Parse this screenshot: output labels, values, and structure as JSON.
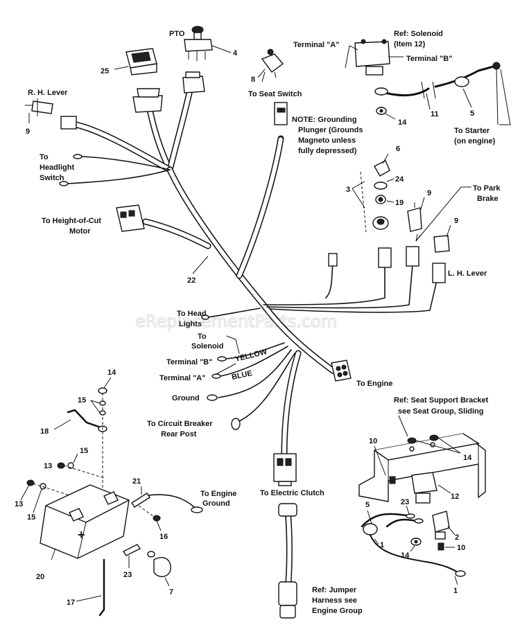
{
  "watermark": "eReplacementParts.com",
  "labels": {
    "pto": "PTO",
    "ref_solenoid_1": "Ref: Solenoid",
    "ref_solenoid_2": "(Item 12)",
    "terminal_a_top": "Terminal \"A\"",
    "terminal_b_top": "Terminal \"B\"",
    "rh_lever": "R. H. Lever",
    "to_seat_switch": "To Seat Switch",
    "note_1": "NOTE: Grounding",
    "note_2": "Plunger (Grounds",
    "note_3": "Magneto unless",
    "note_4": "fully depressed)",
    "to_starter_1": "To Starter",
    "to_starter_2": "(on engine)",
    "to_headlight_1": "To",
    "to_headlight_2": "Headlight",
    "to_headlight_3": "Switch",
    "to_park_1": "To Park",
    "to_park_2": "Brake",
    "to_hoc_1": "To Height-of-Cut",
    "to_hoc_2": "Motor",
    "lh_lever": "L. H. Lever",
    "to_head_lights_1": "To Head",
    "to_head_lights_2": "Lights",
    "to_solenoid_1": "To",
    "to_solenoid_2": "Solenoid",
    "yellow": "YELLOW",
    "blue": "BLUE",
    "terminal_b_mid": "Terminal \"B\"",
    "terminal_a_mid": "Terminal \"A\"",
    "to_engine": "To Engine",
    "ground": "Ground",
    "ref_seat_1": "Ref: Seat Support Bracket",
    "ref_seat_2": "see  Seat Group, Sliding",
    "to_cb_1": "To Circuit Breaker",
    "to_cb_2": "Rear Post",
    "to_engine_ground_1": "To Engine",
    "to_engine_ground_2": "Ground",
    "to_electric_clutch": "To Electric Clutch",
    "ref_jumper_1": "Ref: Jumper",
    "ref_jumper_2": "Harness see",
    "ref_jumper_3": "Engine Group",
    "battery_plus": "+"
  },
  "callouts": {
    "n4": "4",
    "n25": "25",
    "n8": "8",
    "n9a": "9",
    "n11": "11",
    "n5a": "5",
    "n14a": "14",
    "n6": "6",
    "n24": "24",
    "n3": "3",
    "n19": "19",
    "n9b": "9",
    "n9c": "9",
    "n22": "22",
    "n14b": "14",
    "n15a": "15",
    "n18": "18",
    "n13a": "13",
    "n15b": "15",
    "n13b": "13",
    "n15c": "15",
    "n21": "21",
    "n16": "16",
    "n20": "20",
    "n23a": "23",
    "n7": "7",
    "n17": "17",
    "n10a": "10",
    "n14c": "14",
    "n12": "12",
    "n23b": "23",
    "n5b": "5",
    "n2": "2",
    "n1a": "1",
    "n14d": "14",
    "n10b": "10",
    "n1b": "1"
  }
}
